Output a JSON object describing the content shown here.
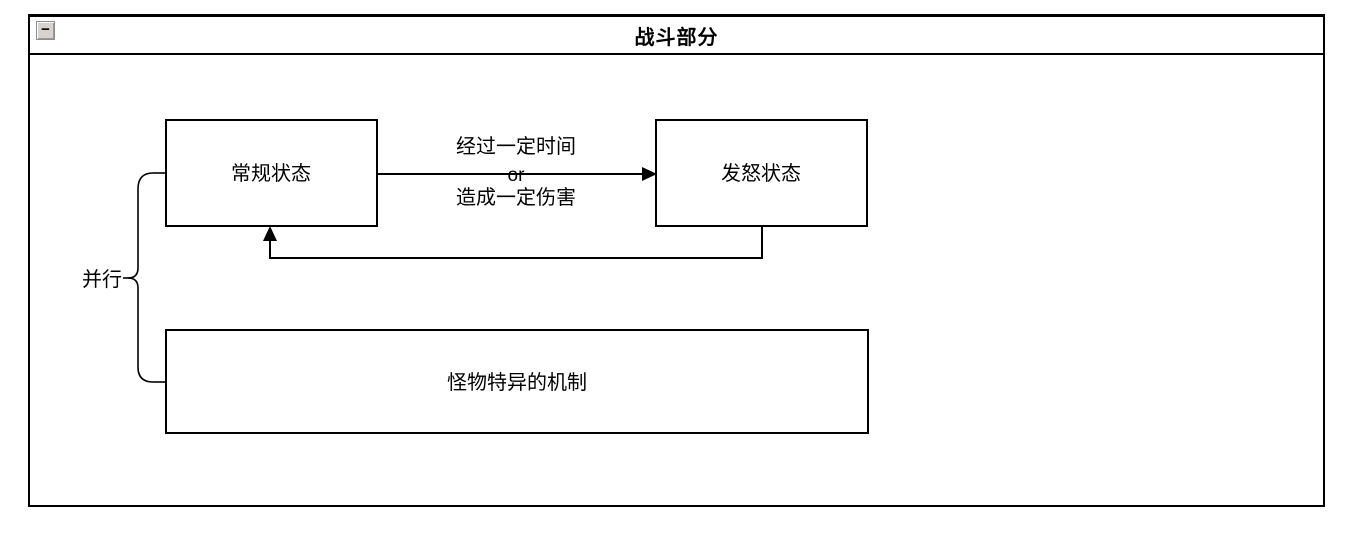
{
  "window": {
    "title": "战斗部分",
    "collapse_button_glyph": "−"
  },
  "diagram": {
    "nodes": {
      "normal": "常规状态",
      "enraged": "发怒状态",
      "mechanism": "怪物特异的机制"
    },
    "transition": {
      "line1": "经过一定时间",
      "line2": "or",
      "line3": "造成一定伤害"
    },
    "parallel_label": "并行"
  },
  "colors": {
    "stroke": "#000000",
    "background": "#ffffff",
    "button_face": "#d6d3ce"
  }
}
